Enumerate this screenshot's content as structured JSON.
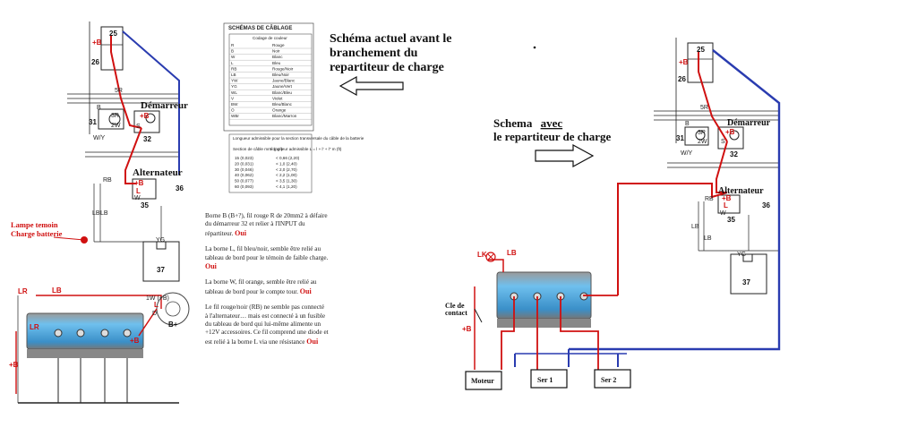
{
  "left_diagram": {
    "labels": {
      "n25": "25",
      "n26": "26",
      "plus_b": "+B",
      "n5r": "5R",
      "b": "B",
      "n31": "31",
      "n3r": "3R",
      "n2w": "2W",
      "wy": "W/Y",
      "demarreur": "Démarreur",
      "plus_b2": "+B",
      "s": "S",
      "n32": "32",
      "alternateur": "Alternateur",
      "n36": "36",
      "rb": "RB",
      "plus_b3": "+B",
      "l": "L",
      "w": "W",
      "n35": "35",
      "lampe1": "Lampe temoin",
      "lampe2": "Charge batterie",
      "lb": "LB",
      "lb2": "LB",
      "yg": "YG",
      "n37": "37",
      "lr": "LR",
      "lb_top": "LB",
      "lr2": "LR",
      "plus_b4": "+B",
      "plus_b5": "+B",
      "d": "D",
      "l2": "L",
      "plus_b6": "+B",
      "b_plus": "B+",
      "n1w": "1W (+B)"
    }
  },
  "table": {
    "title": "SCHÉMAS DE CÂBLAGE",
    "color_header": "Codage de couleur",
    "colors": [
      [
        "R",
        "Rouge"
      ],
      [
        "B",
        "Noir"
      ],
      [
        "W",
        "Blanc"
      ],
      [
        "L",
        "Bleu"
      ],
      [
        "RB",
        "Rouge/Noir"
      ],
      [
        "LB",
        "Bleu/Noir"
      ],
      [
        "YW",
        "Jaune/Blanc"
      ],
      [
        "YG",
        "Jaune/Vert"
      ],
      [
        "WL",
        "Blanc/Bleu"
      ],
      [
        "V",
        "Violet"
      ],
      [
        "BW",
        "Bleu/Blanc"
      ],
      [
        "O",
        "Orange"
      ],
      [
        "WBr",
        "Blanc/Marron"
      ]
    ],
    "length_header": "Longueur admissible pour la section transversale du câble de la batterie",
    "col1": "Section de câble mm² (po²)",
    "col2": "Longueur admissible L = l + l' + l'' m (ft)",
    "rows": [
      [
        "15 (0,023)",
        "< 0,66 (2,20)"
      ],
      [
        "20 (0,031)",
        "< 1,0 (2,40)"
      ],
      [
        "30 (0,046)",
        "< 2,0 (2,70)"
      ],
      [
        "40 (0,062)",
        "< 2,2 (1,00)"
      ],
      [
        "50 (0,077)",
        "< 3,5 (1,30)"
      ],
      [
        "60 (0,093)",
        "< 4,1 (1,20)"
      ]
    ]
  },
  "titles": {
    "actuel": "Schéma actuel avant le branchement du repartiteur de charge",
    "avec_1": "Schema",
    "avec_2": "avec",
    "avec_3": "le repartiteur de charge"
  },
  "notes": [
    {
      "text": "Borne B (B+?), fil rouge R de 20mm2 à défaire du démarreur 32 et relier à l'INPUT du répartiteur.",
      "answer": "Oui"
    },
    {
      "text": "La borne L, fil bleu/noir, semble être relié au tableau de bord pour le témoin de faible charge.",
      "answer": "Oui"
    },
    {
      "text": "La borne W, fil orange, semble être relié au tableau de bord pour le compte tour.",
      "answer": "Oui"
    },
    {
      "text": "Le fil rouge/noir (RB) ne semble pas connecté à l'alternateur… mais est connecté à un fusible du tableau de bord qui lui-même alimente un +12V accessoires. Ce fil comprend une diode et est relié à la borne L via une résistance",
      "answer": "Oui"
    }
  ],
  "right_diagram": {
    "labels": {
      "n25": "25",
      "n26": "26",
      "plus_b": "+B",
      "n5r": "5R",
      "b": "B",
      "n31": "31",
      "n3r": "3R",
      "n2w": "2W",
      "wy": "W/Y",
      "demarreur": "Démarreur",
      "plus_b2": "+B",
      "s": "S",
      "n32": "32",
      "alternateur": "Alternateur",
      "n36": "36",
      "rb": "RB",
      "plus_b3": "+B",
      "l": "L",
      "w": "W",
      "n35": "35",
      "lb": "LB",
      "lb2": "LB",
      "yg": "YG",
      "n37": "37",
      "lk": "LK",
      "lb3": "LB",
      "cle": "Cle de",
      "contact": "contact",
      "plus_b4": "+B",
      "moteur": "Moteur",
      "ser1": "Ser 1",
      "ser2": "Ser 2"
    }
  },
  "colors": {
    "red_wire": "#d01010",
    "blue_wire": "#2a3cb0",
    "splitter": "#4aa8dc"
  },
  "icons": [
    "arrow-left-icon",
    "arrow-right-icon",
    "lamp-icon",
    "switch-icon"
  ]
}
